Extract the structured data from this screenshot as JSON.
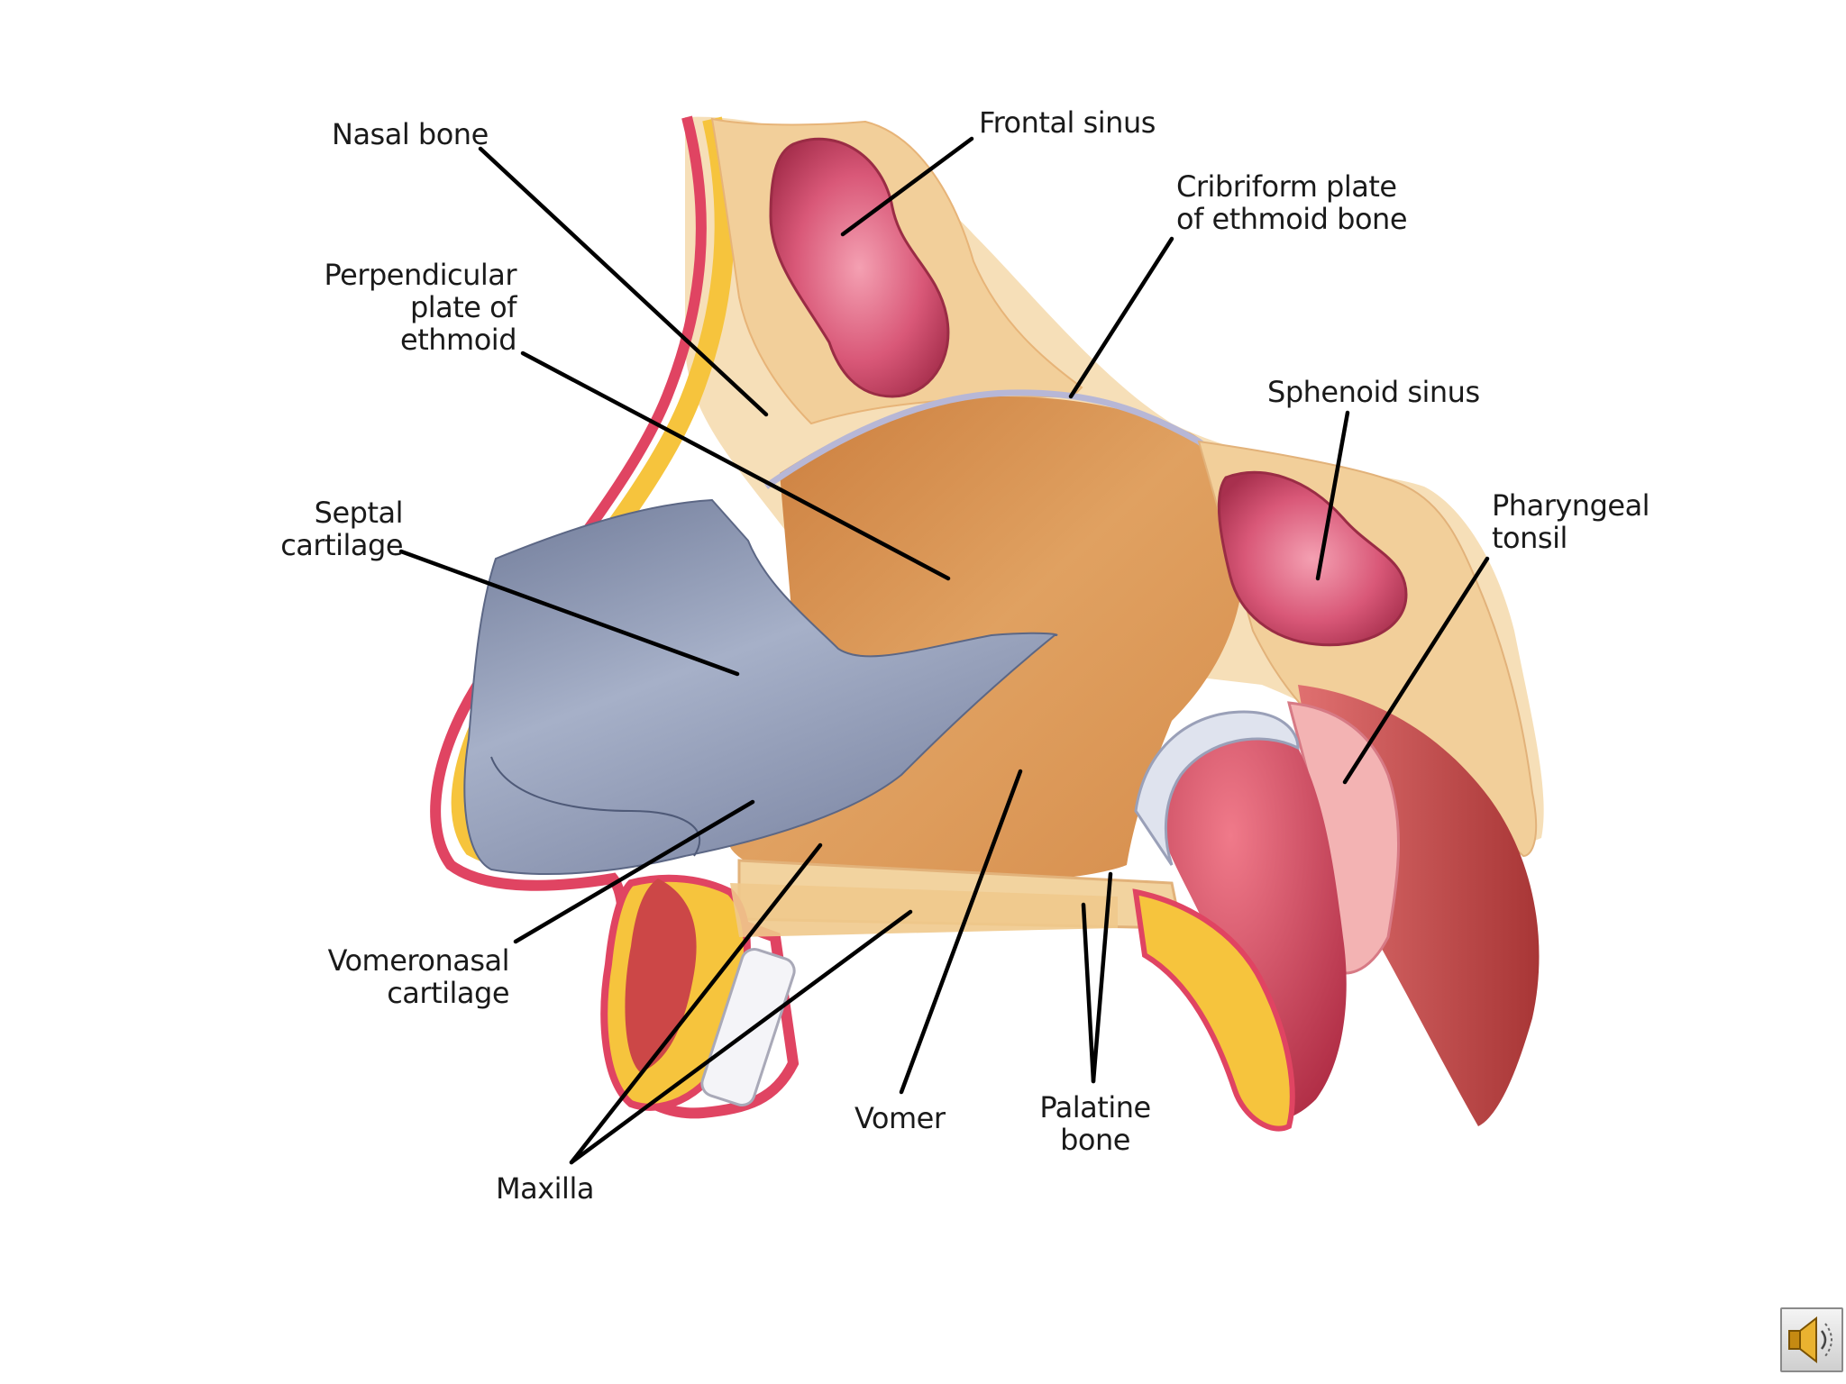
{
  "labels": {
    "nasal_bone": "Nasal bone",
    "frontal_sinus": "Frontal sinus",
    "cribriform_l1": "Cribriform plate",
    "cribriform_l2": "of ethmoid bone",
    "perpendicular_l1": "Perpendicular",
    "perpendicular_l2": "plate of",
    "perpendicular_l3": "ethmoid",
    "sphenoid_sinus": "Sphenoid sinus",
    "pharyngeal_l1": "Pharyngeal",
    "pharyngeal_l2": "tonsil",
    "septal_l1": "Septal",
    "septal_l2": "cartilage",
    "vomeronasal_l1": "Vomeronasal",
    "vomeronasal_l2": "cartilage",
    "vomer": "Vomer",
    "palatine_l1": "Palatine",
    "palatine_l2": "bone",
    "maxilla": "Maxilla"
  },
  "icons": {
    "audio": "speaker-icon"
  },
  "colors": {
    "bone": "#f2cf9a",
    "nasal_cavity": "#d9954f",
    "cartilage": "#9aa6bf",
    "sinus": "#d8587a",
    "fat": "#f4c43c",
    "skin": "#e9506a",
    "muscle": "#c94a4a",
    "tonsil": "#f3b3b3"
  }
}
